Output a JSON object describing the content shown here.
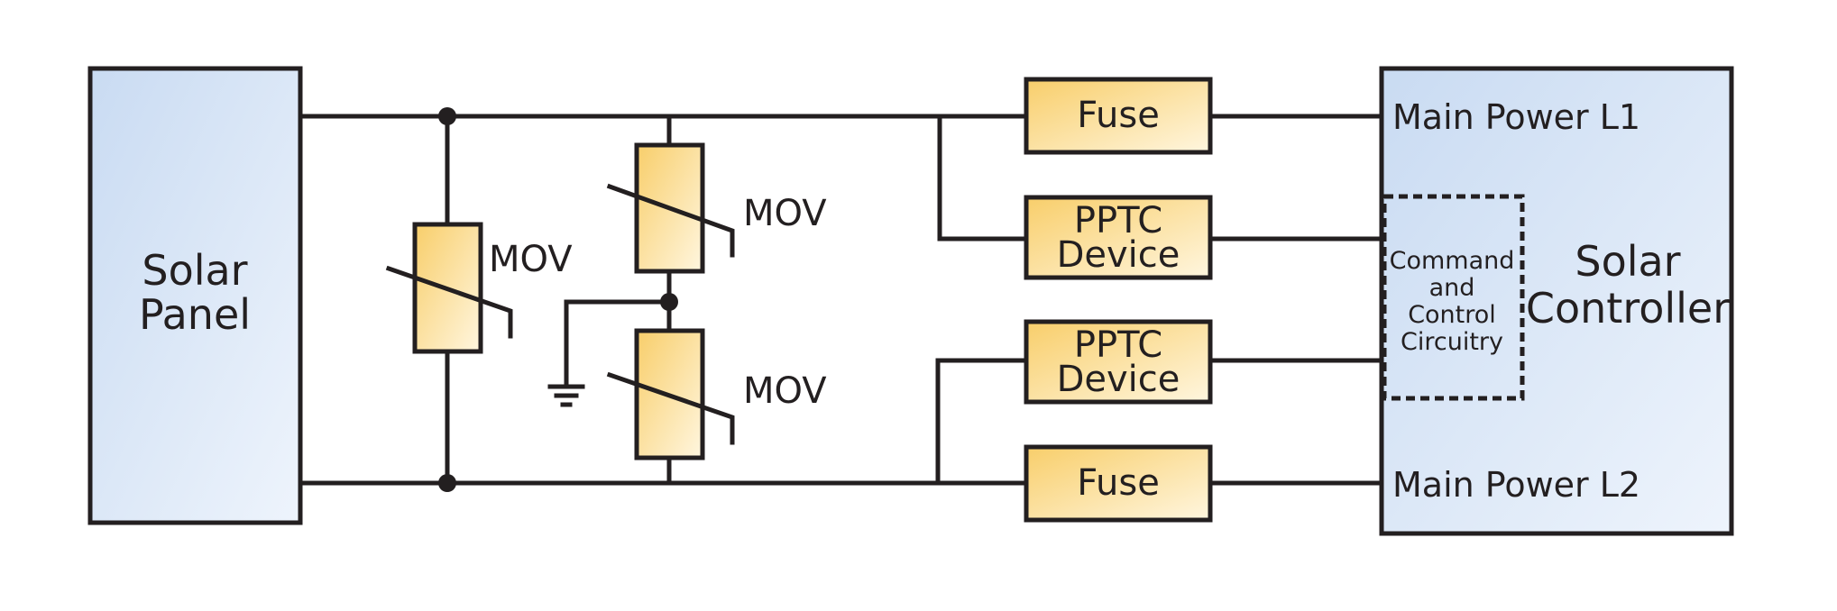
{
  "solar_panel": {
    "line1": "Solar",
    "line2": "Panel"
  },
  "solar_controller": {
    "line1": "Solar",
    "line2": "Controller",
    "main_power_l1": "Main Power L1",
    "main_power_l2": "Main Power L2",
    "command_block": [
      "Command",
      "and",
      "Control",
      "Circuitry"
    ]
  },
  "components": {
    "mov_left": "MOV",
    "mov_top": "MOV",
    "mov_bottom": "MOV",
    "fuse_top": "Fuse",
    "pptc_top": [
      "PPTC",
      "Device"
    ],
    "pptc_bottom": [
      "PPTC",
      "Device"
    ],
    "fuse_bottom": "Fuse"
  },
  "colors": {
    "wire": "#231f20",
    "panel_fill_top": "#c9dbf2",
    "panel_fill_bottom": "#eef4fc",
    "component_fill_dark": "#f8ce6a",
    "component_fill_light": "#fff6df"
  }
}
